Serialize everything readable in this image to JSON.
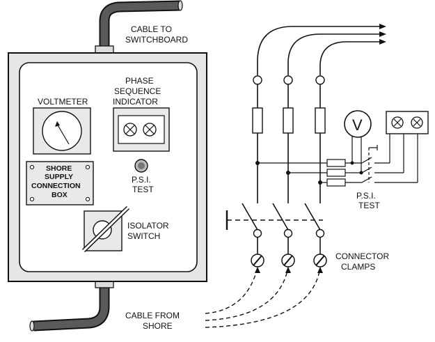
{
  "labels": {
    "cable_to_switchboard_line1": "CABLE TO",
    "cable_to_switchboard_line2": "SWITCHBOARD",
    "voltmeter": "VOLTMETER",
    "phase_sequence_line1": "PHASE",
    "phase_sequence_line2": "SEQUENCE",
    "phase_sequence_line3": "INDICATOR",
    "shore_box_line1": "SHORE",
    "shore_box_line2": "SUPPLY",
    "shore_box_line3": "CONNECTION",
    "shore_box_line4": "BOX",
    "psi_test_left_line1": "P.S.I.",
    "psi_test_left_line2": "TEST",
    "isolator_line1": "ISOLATOR",
    "isolator_line2": "SWITCH",
    "cable_from_shore_line1": "CABLE FROM",
    "cable_from_shore_line2": "SHORE",
    "voltmeter_symbol": "V",
    "psi_test_right_line1": "P.S.I.",
    "psi_test_right_line2": "TEST",
    "connector_clamps_line1": "CONNECTOR",
    "connector_clamps_line2": "CLAMPS"
  },
  "colors": {
    "ink": "#111111",
    "box_fill": "#e9e9e9",
    "panel_fill": "#ffffff",
    "cable_fill": "#555555"
  }
}
